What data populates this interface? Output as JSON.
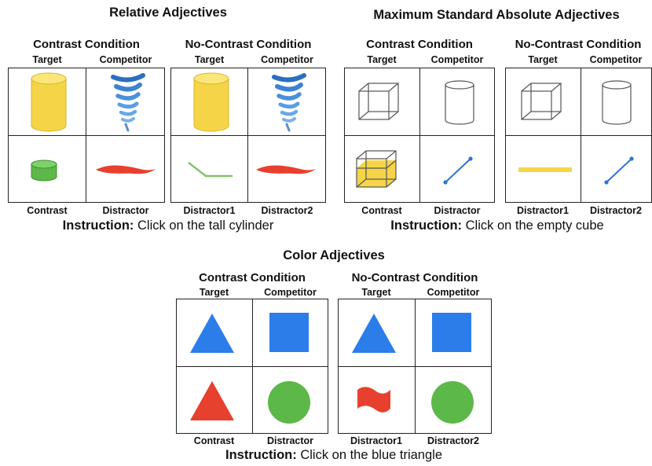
{
  "sections": {
    "relative": {
      "title": "Relative Adjectives",
      "contrast": {
        "title": "Contrast Condition",
        "target": "Target",
        "competitor": "Competitor",
        "bottom_left": "Contrast",
        "bottom_right": "Distractor"
      },
      "no_contrast": {
        "title": "No-Contrast Condition",
        "target": "Target",
        "competitor": "Competitor",
        "bottom_left": "Distractor1",
        "bottom_right": "Distractor2"
      },
      "instruction_prefix": "Instruction:",
      "instruction_text": " Click on the tall cylinder"
    },
    "absolute": {
      "title": "Maximum Standard Absolute Adjectives",
      "contrast": {
        "title": "Contrast Condition",
        "target": "Target",
        "competitor": "Competitor",
        "bottom_left": "Contrast",
        "bottom_right": "Distractor"
      },
      "no_contrast": {
        "title": "No-Contrast Condition",
        "target": "Target",
        "competitor": "Competitor",
        "bottom_left": "Distractor1",
        "bottom_right": "Distractor2"
      },
      "instruction_prefix": "Instruction:",
      "instruction_text": " Click on the empty cube"
    },
    "color": {
      "title": "Color Adjectives",
      "contrast": {
        "title": "Contrast Condition",
        "target": "Target",
        "competitor": "Competitor",
        "bottom_left": "Contrast",
        "bottom_right": "Distractor"
      },
      "no_contrast": {
        "title": "No-Contrast Condition",
        "target": "Target",
        "competitor": "Competitor",
        "bottom_left": "Distractor1",
        "bottom_right": "Distractor2"
      },
      "instruction_prefix": "Instruction:",
      "instruction_text": " Click on the blue triangle"
    }
  },
  "colors": {
    "yellow": "#f5d547",
    "green": "#5cb848",
    "red": "#e8402f",
    "blue": "#2b7de9",
    "line_blue": "#2e73d9",
    "outline": "#555555"
  },
  "icons": [
    "tall-yellow-cylinder-icon",
    "blue-spiral-icon",
    "short-green-cylinder-icon",
    "red-wave-icon",
    "bent-green-line-icon",
    "empty-cube-icon",
    "empty-cylinder-icon",
    "filled-cube-icon",
    "blue-line-segment-icon",
    "yellow-bar-icon",
    "blue-triangle-icon",
    "blue-square-icon",
    "red-triangle-icon",
    "green-circle-icon",
    "red-flag-icon"
  ]
}
